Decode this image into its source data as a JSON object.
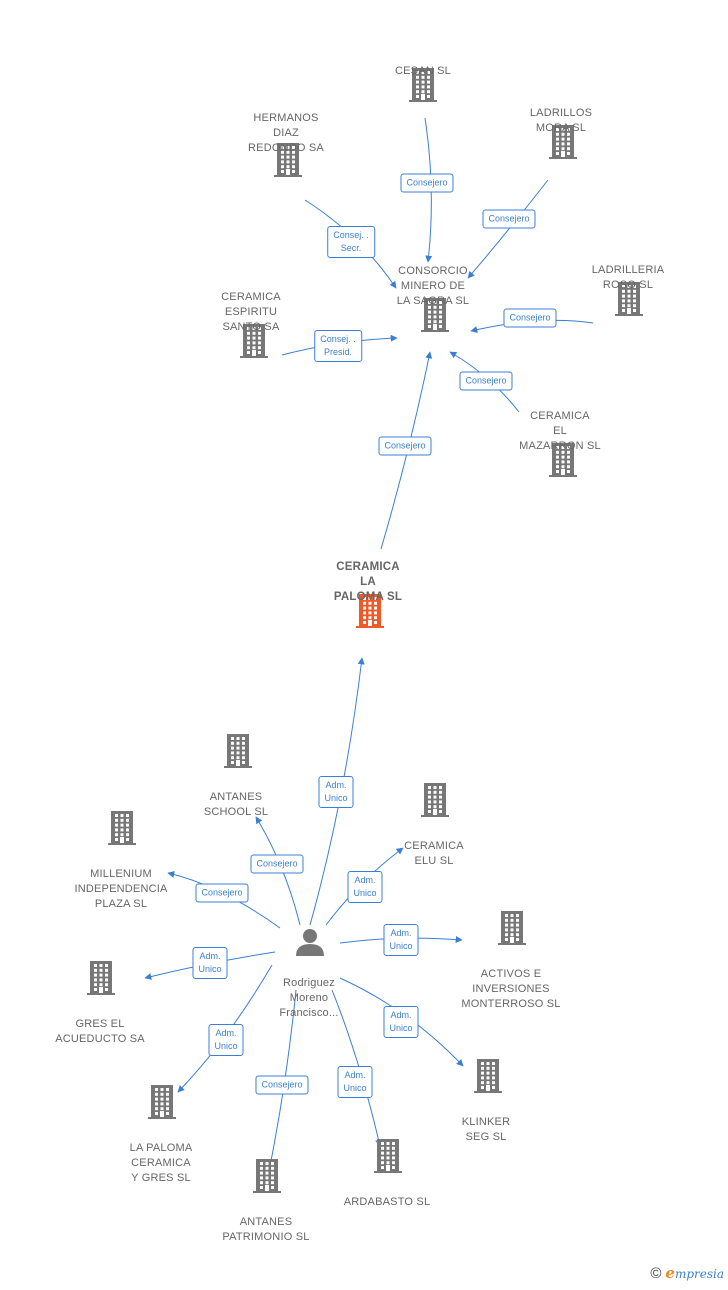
{
  "diagram": {
    "nodes": [
      {
        "id": "cesan",
        "label": "CESAN SL",
        "type": "company"
      },
      {
        "id": "hermanos",
        "label": "HERMANOS\nDIAZ\nREDONDO SA",
        "type": "company"
      },
      {
        "id": "ladrillos_mora",
        "label": "LADRILLOS\nMORA SL",
        "type": "company"
      },
      {
        "id": "consorcio",
        "label": "CONSORCIO\nMINERO DE\nLA SAGRA SL",
        "type": "company"
      },
      {
        "id": "ladrilleria",
        "label": "LADRILLERIA\nROSO SL",
        "type": "company"
      },
      {
        "id": "espiritu",
        "label": "CERAMICA\nESPIRITU\nSANTO SA",
        "type": "company"
      },
      {
        "id": "mazarron",
        "label": "CERAMICA\nEL\nMAZARRON SL",
        "type": "company"
      },
      {
        "id": "paloma",
        "label": "CERAMICA\nLA\nPALOMA SL",
        "type": "focus"
      },
      {
        "id": "antanes_school",
        "label": "ANTANES\nSCHOOL SL",
        "type": "company"
      },
      {
        "id": "ceramica_elu",
        "label": "CERAMICA\nELU SL",
        "type": "company"
      },
      {
        "id": "millenium",
        "label": "MILLENIUM\nINDEPENDENCIA\nPLAZA SL",
        "type": "company"
      },
      {
        "id": "person",
        "label": "Rodriguez\nMoreno\nFrancisco...",
        "type": "person"
      },
      {
        "id": "activos",
        "label": "ACTIVOS E\nINVERSIONES\nMONTERROSO SL",
        "type": "company"
      },
      {
        "id": "gres",
        "label": "GRES EL\nACUEDUCTO SA",
        "type": "company"
      },
      {
        "id": "klinker",
        "label": "KLINKER\nSEG SL",
        "type": "company"
      },
      {
        "id": "paloma_gres",
        "label": "LA PALOMA\nCERAMICA\nY GRES SL",
        "type": "company"
      },
      {
        "id": "ardabasto",
        "label": "ARDABASTO SL",
        "type": "company"
      },
      {
        "id": "antanes_patrimonio",
        "label": "ANTANES\nPATRIMONIO SL",
        "type": "company"
      }
    ],
    "edges": [
      {
        "from": "cesan",
        "to": "consorcio",
        "label": "Consejero"
      },
      {
        "from": "hermanos",
        "to": "consorcio",
        "label": "Consej. .\nSecr."
      },
      {
        "from": "ladrillos_mora",
        "to": "consorcio",
        "label": "Consejero"
      },
      {
        "from": "ladrilleria",
        "to": "consorcio",
        "label": "Consejero"
      },
      {
        "from": "espiritu",
        "to": "consorcio",
        "label": "Consej. .\nPresid."
      },
      {
        "from": "mazarron",
        "to": "consorcio",
        "label": "Consejero"
      },
      {
        "from": "paloma",
        "to": "consorcio",
        "label": "Consejero"
      },
      {
        "from": "person",
        "to": "paloma",
        "label": "Adm.\nUnico"
      },
      {
        "from": "person",
        "to": "antanes_school",
        "label": "Consejero"
      },
      {
        "from": "person",
        "to": "ceramica_elu",
        "label": "Adm.\nUnico"
      },
      {
        "from": "person",
        "to": "millenium",
        "label": "Consejero"
      },
      {
        "from": "person",
        "to": "activos",
        "label": "Adm.\nUnico"
      },
      {
        "from": "person",
        "to": "gres",
        "label": "Adm.\nUnico"
      },
      {
        "from": "person",
        "to": "klinker",
        "label": "Adm.\nUnico"
      },
      {
        "from": "person",
        "to": "paloma_gres",
        "label": "Adm.\nUnico"
      },
      {
        "from": "person",
        "to": "ardabasto",
        "label": "Adm.\nUnico"
      },
      {
        "from": "person",
        "to": "antanes_patrimonio",
        "label": "Consejero"
      }
    ]
  },
  "footer": {
    "copyright_symbol": "©",
    "brand_initial": "e",
    "brand_rest": "mpresia"
  },
  "colors": {
    "edge": "#3b7fd4",
    "building": "#777777",
    "focus_building": "#f05a28",
    "person": "#777777"
  }
}
